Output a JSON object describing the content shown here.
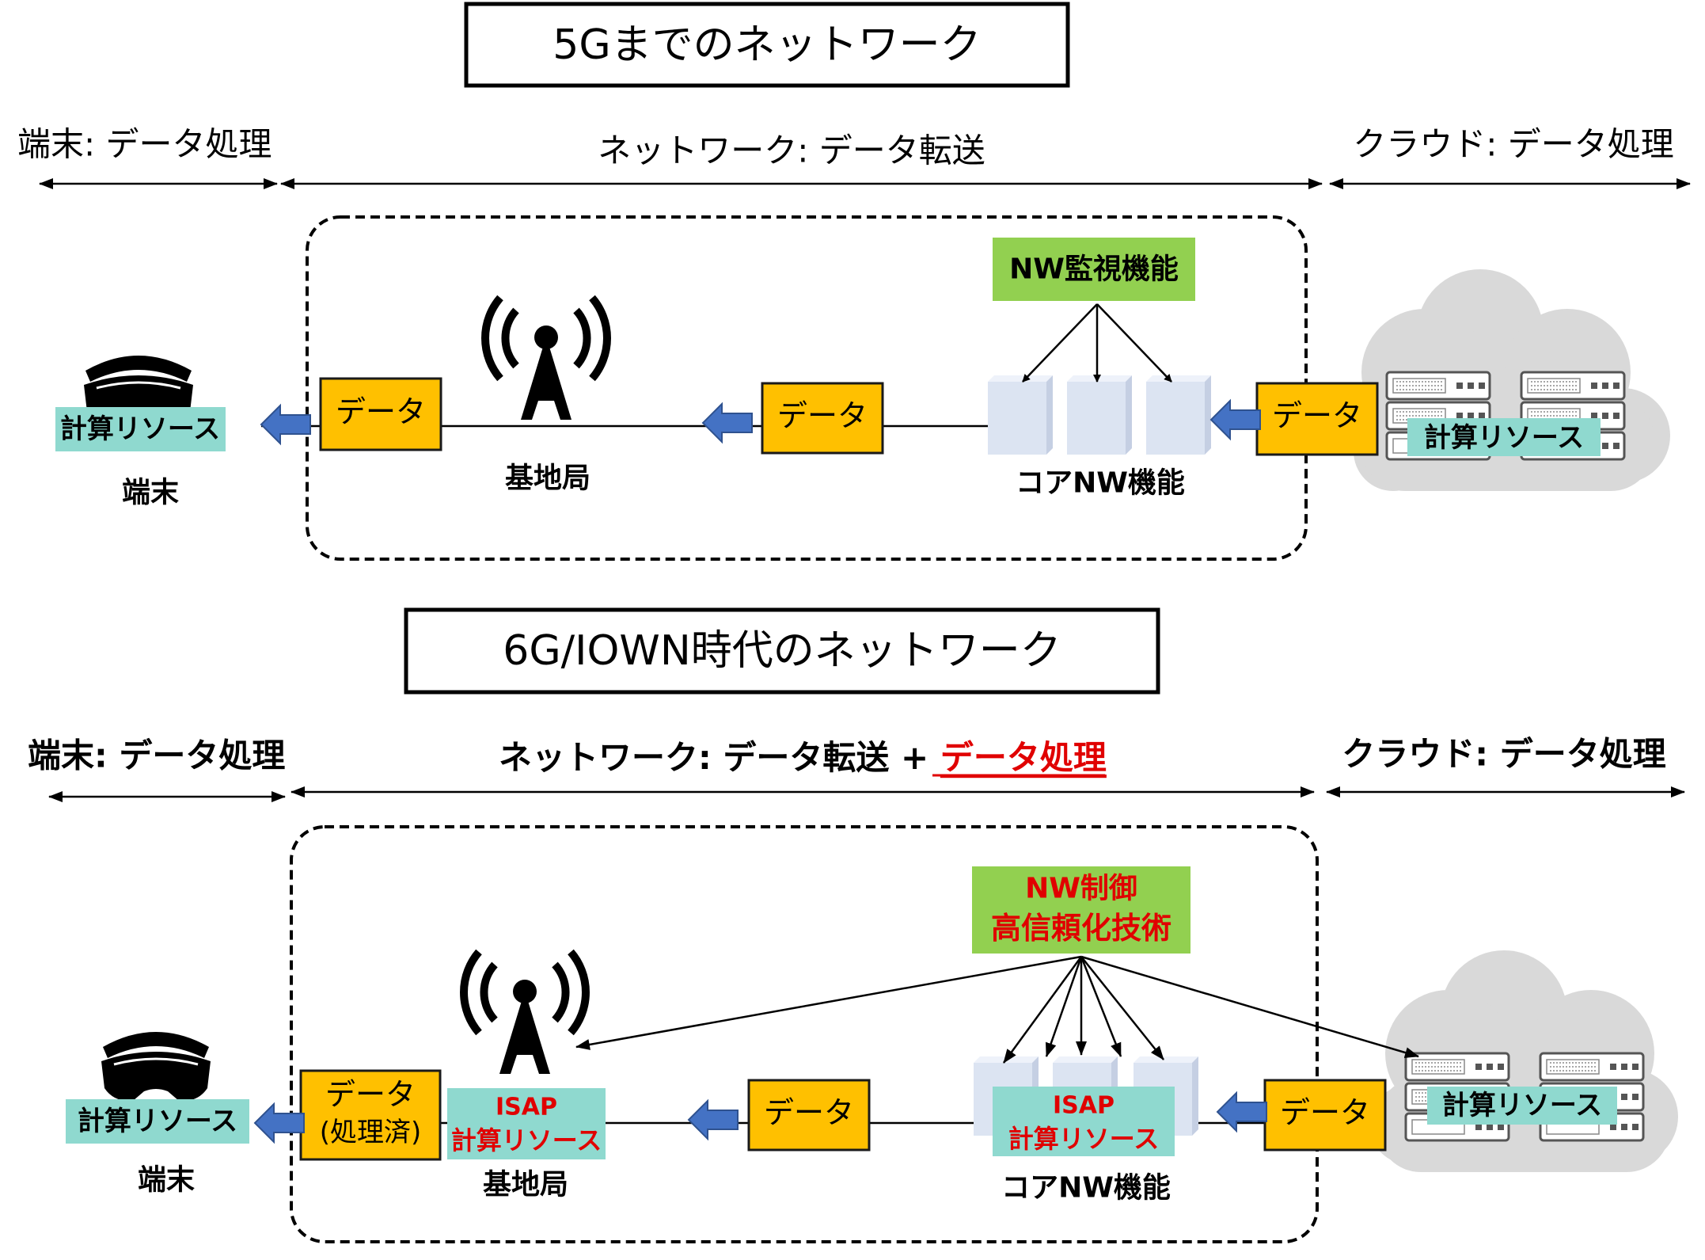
{
  "colors": {
    "data_box": "#FFC000",
    "data_box_border": "#1a1a1a",
    "resource_box": "#8FD9CF",
    "green_box": "#92D050",
    "arrow_blue": "#4472C4",
    "accent_red": "#E00000",
    "cloud": "#D9D9D9",
    "server_block": "#DCE4F2"
  },
  "top": {
    "title": "5Gまでのネットワーク",
    "header_left": "端末: データ処理",
    "header_mid": "ネットワーク: データ転送",
    "header_right": "クラウド: データ処理",
    "monitor_label": "NW監視機能",
    "data_labels": [
      "データ",
      "データ",
      "データ"
    ],
    "terminal_resource": "計算リソース",
    "terminal_label": "端末",
    "basestation_label": "基地局",
    "core_label": "コアNW機能",
    "cloud_resource": "計算リソース"
  },
  "bottom": {
    "title": "6G/IOWN時代のネットワーク",
    "header_left": "端末: データ処理",
    "header_mid": "ネットワーク: データ転送 + ",
    "header_mid_accent": "データ処理",
    "header_right": "クラウド: データ処理",
    "control_label_1": "NW制御",
    "control_label_2": "高信頼化技術",
    "data_processed_1": "データ",
    "data_processed_2": "(処理済)",
    "data_labels": [
      "データ",
      "データ"
    ],
    "isap_label": "ISAP",
    "isap_resource": "計算リソース",
    "terminal_resource": "計算リソース",
    "terminal_label": "端末",
    "basestation_label": "基地局",
    "core_label": "コアNW機能",
    "cloud_resource": "計算リソース"
  },
  "icons": [
    "vr-headset-icon",
    "antenna-tower-icon",
    "server-rack-icon",
    "cloud-icon",
    "server-block-icon"
  ]
}
